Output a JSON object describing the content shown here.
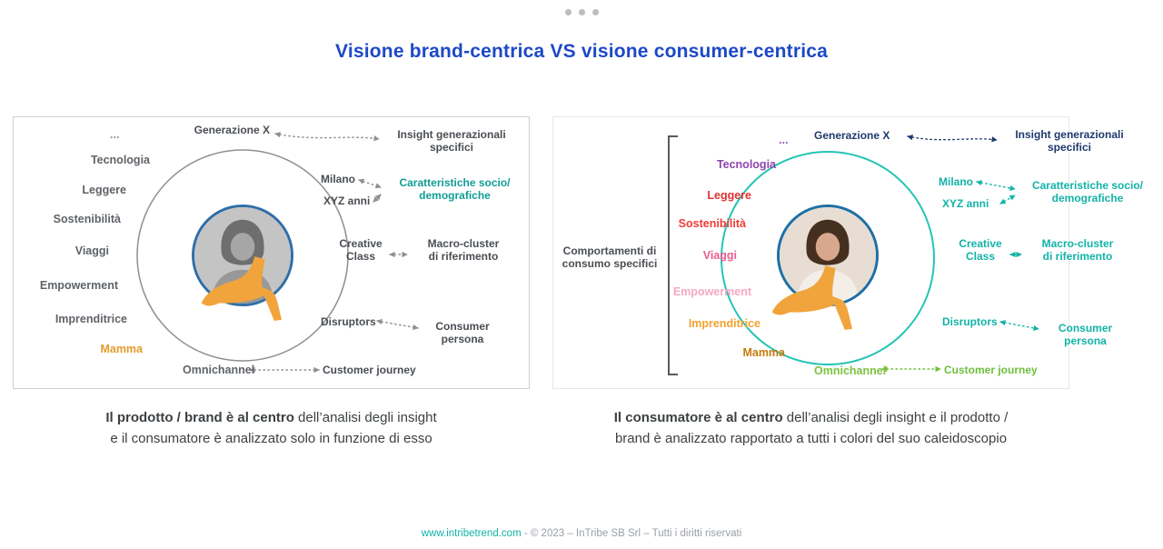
{
  "title": "Visione brand-centrica VS visione consumer-centrica",
  "title_color": "#1d49c7",
  "left": {
    "ring_color": "#8f8f8f",
    "traits": [
      {
        "text": "...",
        "color": "#8f9499"
      },
      {
        "text": "Tecnologia",
        "color": "#5f6368"
      },
      {
        "text": "Leggere",
        "color": "#5f6368"
      },
      {
        "text": "Sostenibilità",
        "color": "#5f6368"
      },
      {
        "text": "Viaggi",
        "color": "#5f6368"
      },
      {
        "text": "Empowerment",
        "color": "#5f6368"
      },
      {
        "text": "Imprenditrice",
        "color": "#5f6368"
      },
      {
        "text": "Mamma",
        "color": "#e39b2d"
      },
      {
        "text": "Omnichannel",
        "color": "#5f6368"
      }
    ],
    "generation_label": {
      "text": "Generazione X",
      "color": "#4a4e54"
    },
    "generation_target": {
      "text": "Insight generazionali\nspecifici",
      "color": "#4a4e54"
    },
    "socio_label_1": {
      "text": "Milano",
      "color": "#4a4e54"
    },
    "socio_label_2": {
      "text": "XYZ anni",
      "color": "#4a4e54"
    },
    "socio_target": {
      "text": "Caratteristiche socio/\ndemografiche",
      "color": "#0f9e94"
    },
    "macro_label": {
      "text": "Creative\nClass",
      "color": "#4a4e54"
    },
    "macro_target": {
      "text": "Macro-cluster\ndi riferimento",
      "color": "#4a4e54"
    },
    "persona_label": {
      "text": "Disruptors",
      "color": "#4a4e54"
    },
    "persona_target": {
      "text": "Consumer\npersona",
      "color": "#4a4e54"
    },
    "journey_target": {
      "text": "Customer journey",
      "color": "#4a4e54"
    },
    "caption": {
      "bold": "Il prodotto / brand è al centro",
      "rest": " dell’analisi degli insight",
      "line2": "e il consumatore è analizzato solo in funzione di esso"
    }
  },
  "right": {
    "ring_color": "#25c4b5",
    "bracket_label": "Comportamenti di\nconsumo specifici",
    "traits": [
      {
        "text": "...",
        "color": "#9b59b6"
      },
      {
        "text": "Tecnologia",
        "color": "#8e44ad"
      },
      {
        "text": "Leggere",
        "color": "#e03131"
      },
      {
        "text": "Sostenibilità",
        "color": "#ef3b36"
      },
      {
        "text": "Viaggi",
        "color": "#eb5e8d"
      },
      {
        "text": "Empowerment",
        "color": "#f7a8c3"
      },
      {
        "text": "Imprenditrice",
        "color": "#f2a230"
      },
      {
        "text": "Mamma",
        "color": "#c8790a"
      },
      {
        "text": "Omnichannel",
        "color": "#7ec141"
      }
    ],
    "generation_label": {
      "text": "Generazione X",
      "color": "#1e3a6d"
    },
    "generation_target": {
      "text": "Insight generazionali\nspecifici",
      "color": "#1e3a6d"
    },
    "socio_label_1": {
      "text": "Milano",
      "color": "#12b3a8"
    },
    "socio_label_2": {
      "text": "XYZ anni",
      "color": "#12b3a8"
    },
    "socio_target": {
      "text": "Caratteristiche socio/\ndemografiche",
      "color": "#12b3a8"
    },
    "macro_label": {
      "text": "Creative\nClass",
      "color": "#12b3a8"
    },
    "macro_target": {
      "text": "Macro-cluster\ndi riferimento",
      "color": "#12b3a8"
    },
    "persona_label": {
      "text": "Disruptors",
      "color": "#12b3a8"
    },
    "persona_target": {
      "text": "Consumer\npersona",
      "color": "#12b3a8"
    },
    "journey_target": {
      "text": "Customer journey",
      "color": "#6fbf3e"
    },
    "caption": {
      "bold": "Il consumatore è al centro",
      "rest": " dell’analisi degli insight e il prodotto /",
      "line2": "brand è analizzato rapportato a tutti i colori del suo caleidoscopio"
    }
  },
  "footer": {
    "link": "www.intribetrend.com",
    "link_color": "#12b3a8",
    "rest": " - © 2023 – InTribe SB Srl – Tutti i diritti riservati"
  }
}
